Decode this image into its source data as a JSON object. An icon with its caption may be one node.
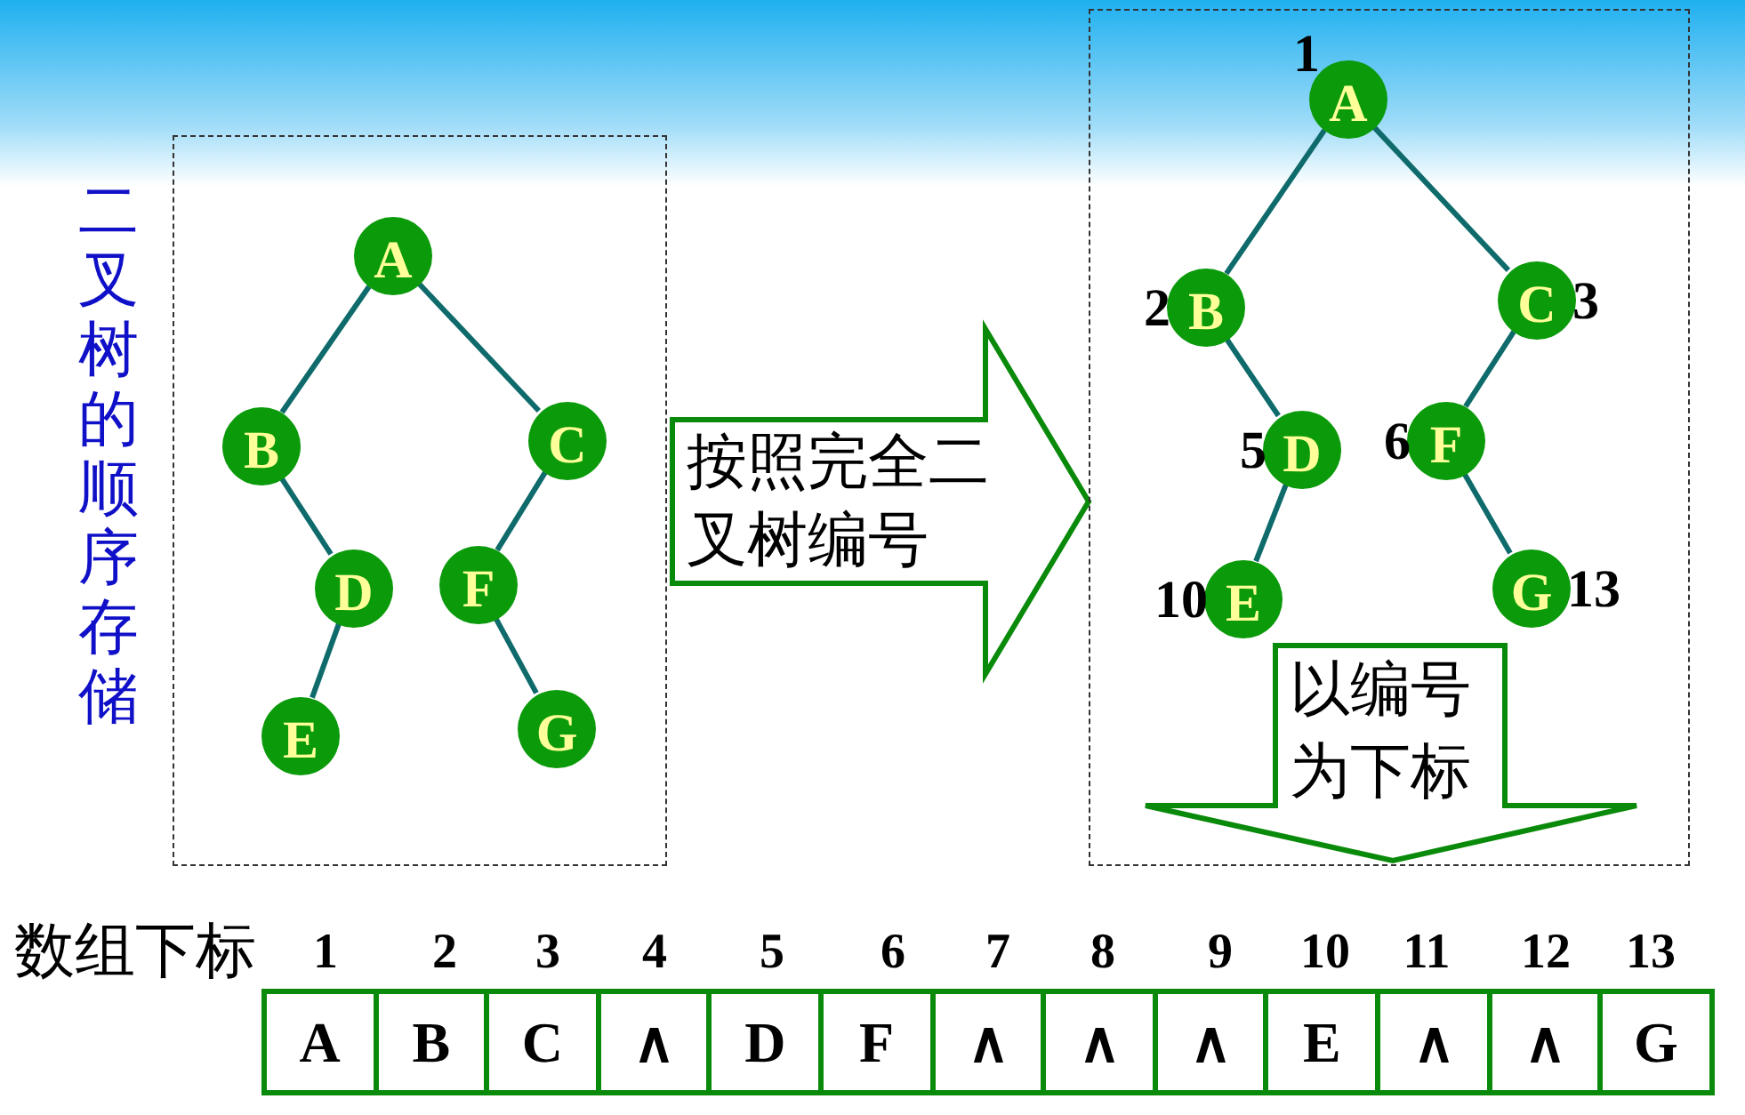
{
  "diagram": {
    "title": "二叉树的顺序存储",
    "nodes": [
      {
        "text": [],
        "shape": "box"
      },
      {
        "text": [
          "A"
        ],
        "in": 0
      },
      {
        "text": [
          "B"
        ],
        "in": 0
      },
      {
        "text": [
          "C"
        ],
        "in": 0
      },
      {
        "text": [
          "D"
        ],
        "in": 0
      },
      {
        "text": [
          "F"
        ],
        "in": 0
      },
      {
        "text": [
          "E"
        ],
        "in": 0
      },
      {
        "text": [
          "G"
        ],
        "in": 0
      },
      {
        "text": [],
        "shape": "box"
      },
      {
        "text": [
          "A"
        ],
        "in": 8,
        "beside": [
          "1"
        ]
      },
      {
        "text": [
          "B"
        ],
        "in": 8,
        "beside": [
          "2"
        ]
      },
      {
        "text": [
          "C"
        ],
        "in": 8,
        "beside": [
          "3"
        ]
      },
      {
        "text": [
          "D"
        ],
        "in": 8,
        "beside": [
          "5"
        ]
      },
      {
        "text": [
          "F"
        ],
        "in": 8,
        "beside": [
          "6"
        ]
      },
      {
        "text": [
          "E"
        ],
        "in": 8,
        "beside": [
          "10"
        ]
      },
      {
        "text": [
          "G"
        ],
        "in": 8,
        "beside": [
          "13"
        ]
      },
      {
        "text": [
          "以编号为下标"
        ],
        "in": 8
      },
      {
        "text": [
          "A"
        ]
      },
      {
        "text": [
          "B"
        ]
      },
      {
        "text": [
          "C"
        ]
      },
      {
        "text": [
          "∧"
        ]
      },
      {
        "text": [
          "D"
        ]
      },
      {
        "text": [
          "F"
        ]
      },
      {
        "text": [
          "∧"
        ]
      },
      {
        "text": [
          "∧"
        ]
      },
      {
        "text": [
          "∧"
        ]
      },
      {
        "text": [
          "E"
        ]
      },
      {
        "text": [
          "∧"
        ]
      },
      {
        "text": [
          "∧"
        ]
      },
      {
        "text": [
          "G"
        ]
      }
    ],
    "edges": [
      {
        "from": 1,
        "to": 2,
        "arrow": "none"
      },
      {
        "from": 1,
        "to": 3,
        "arrow": "none"
      },
      {
        "from": 2,
        "to": 4,
        "arrow": "none"
      },
      {
        "from": 3,
        "to": 5,
        "arrow": "none"
      },
      {
        "from": 4,
        "to": 6,
        "arrow": "none"
      },
      {
        "from": 5,
        "to": 7,
        "arrow": "none"
      },
      {
        "from": 9,
        "to": 10,
        "arrow": "none"
      },
      {
        "from": 9,
        "to": 11,
        "arrow": "none"
      },
      {
        "from": 10,
        "to": 12,
        "arrow": "none"
      },
      {
        "from": 11,
        "to": 13,
        "arrow": "none"
      },
      {
        "from": 12,
        "to": 14,
        "arrow": "none"
      },
      {
        "from": 13,
        "to": 15,
        "arrow": "none"
      },
      {
        "from": 0,
        "to": 8,
        "arrow": "to",
        "label": "按照完全二叉树编号"
      }
    ],
    "labels": [
      "数组下标",
      "1",
      "2",
      "3",
      "4",
      "5",
      "6",
      "7",
      "8",
      "9",
      "10",
      "11",
      "12",
      "13"
    ]
  }
}
